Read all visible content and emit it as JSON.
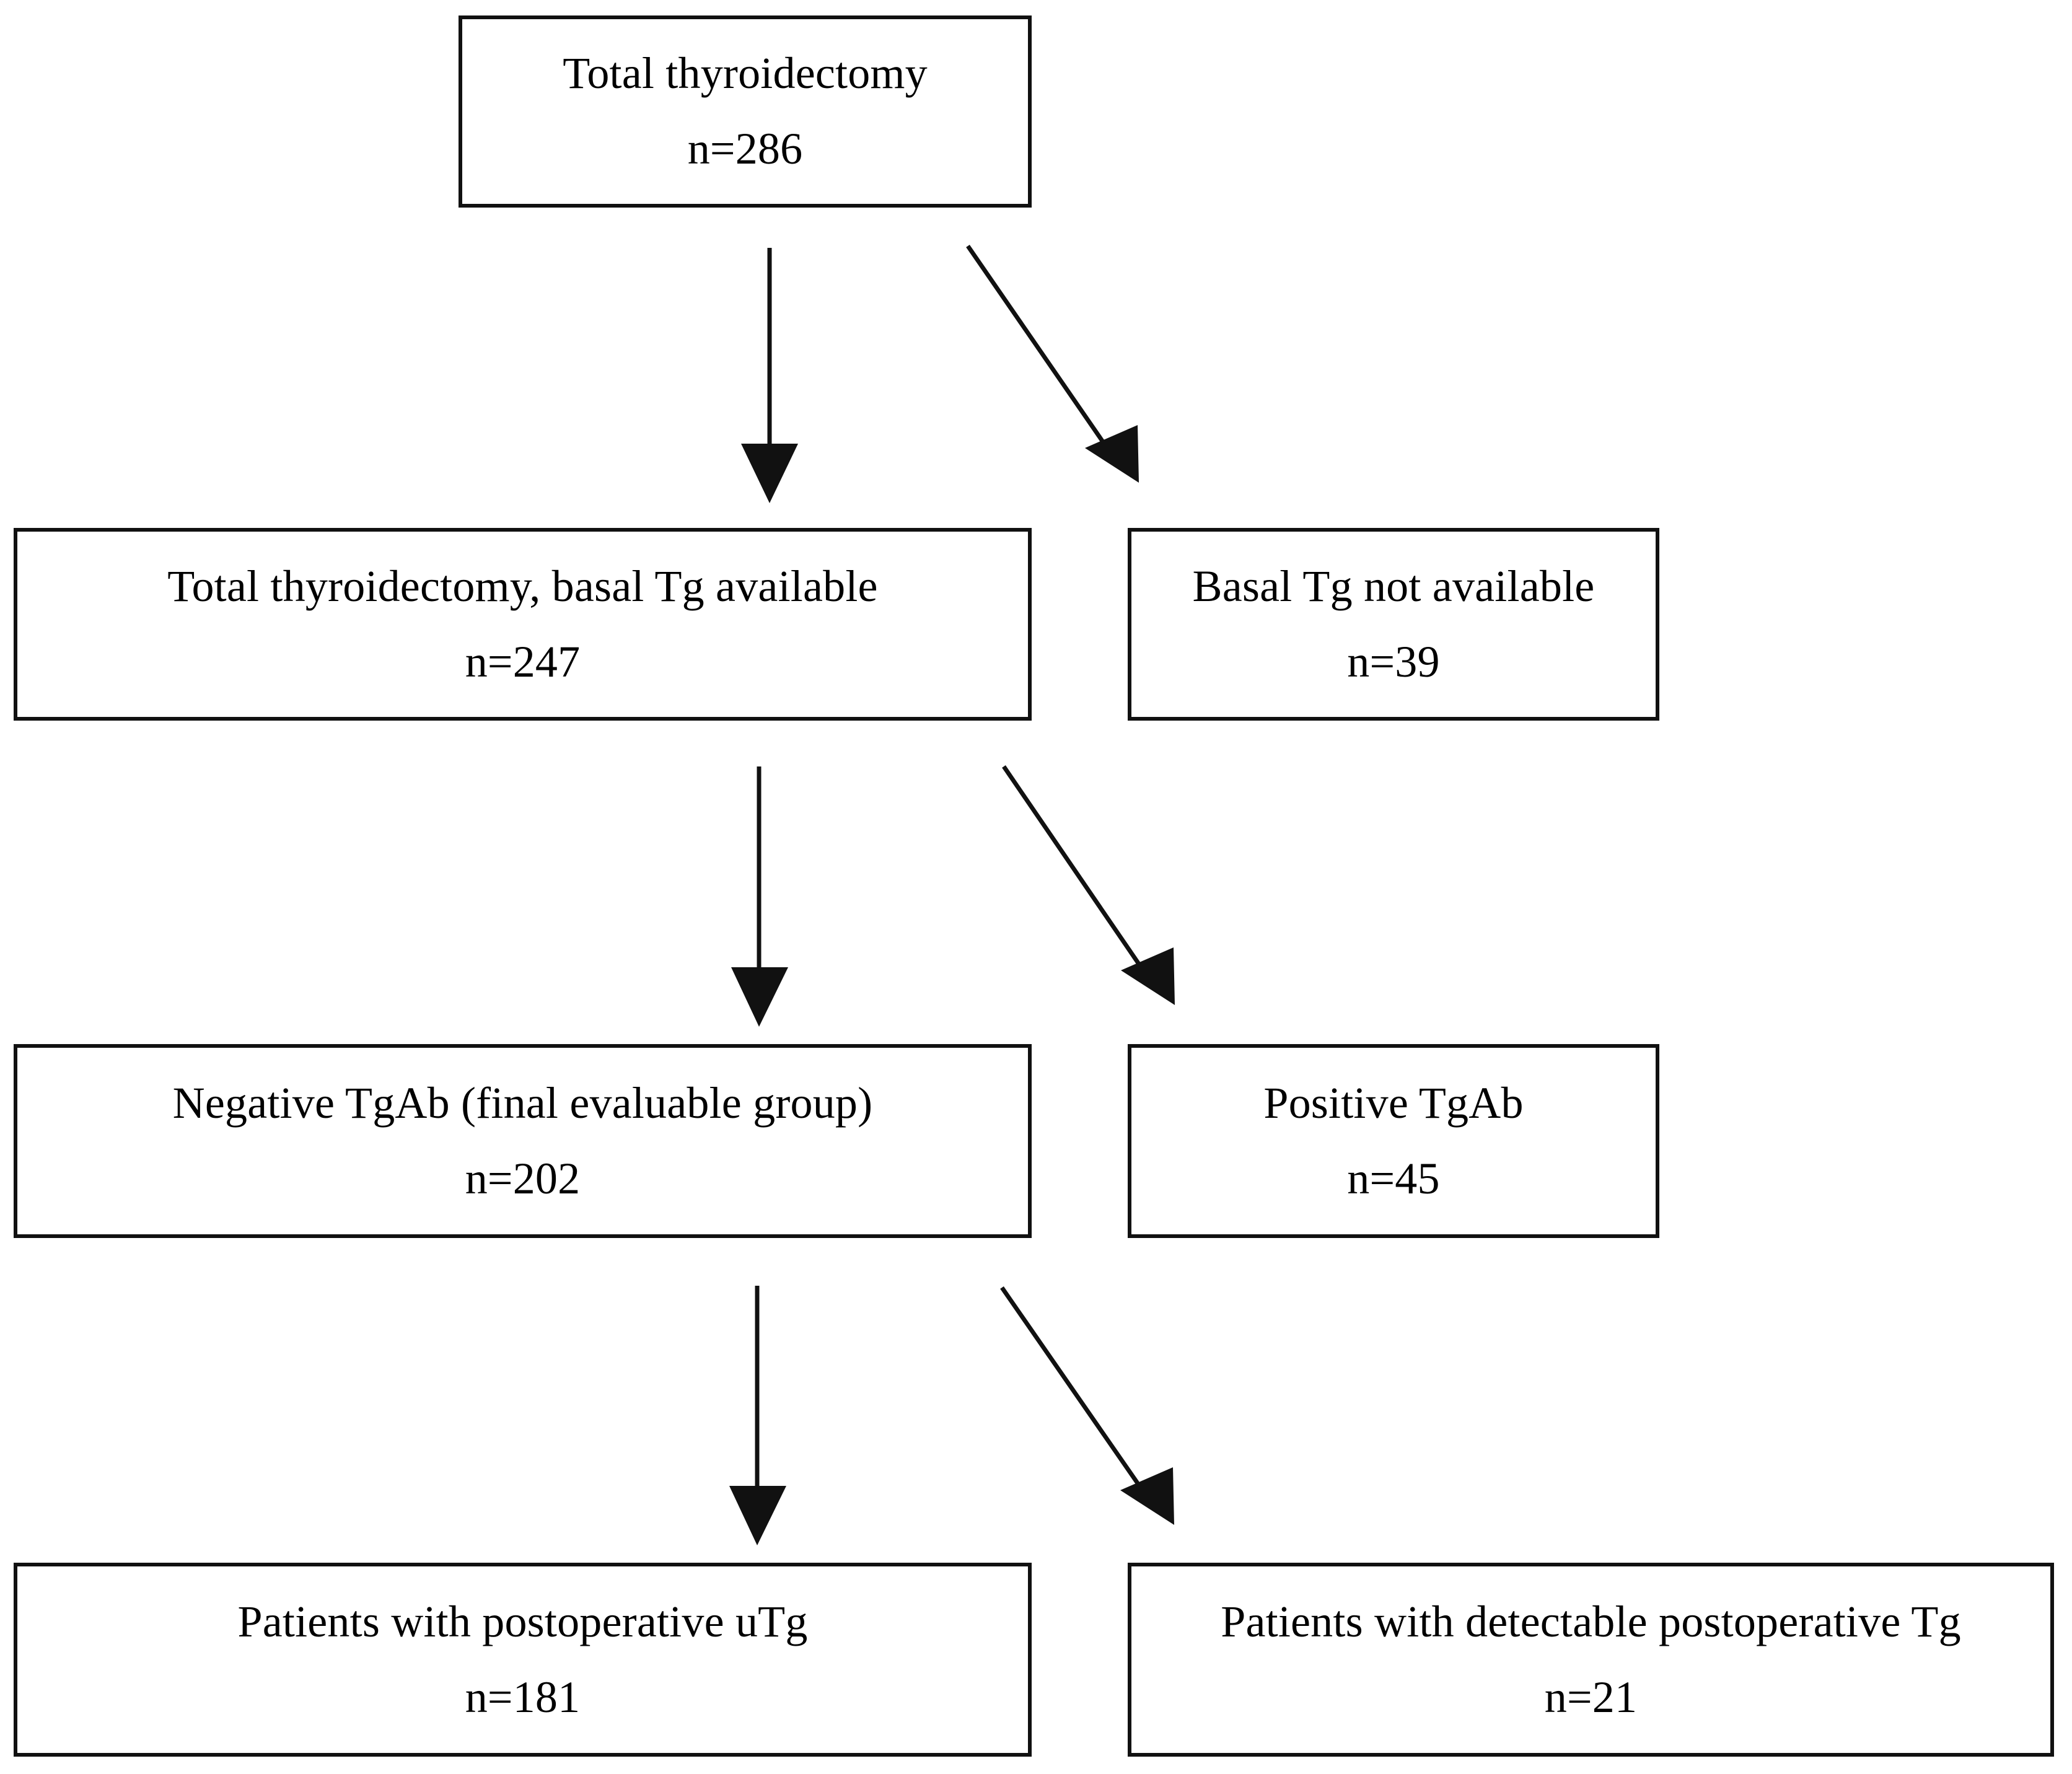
{
  "diagram": {
    "type": "patient-flow-diagram",
    "background_color": "#ffffff",
    "line_color": "#111111",
    "text_color": "#000000",
    "nodes": [
      {
        "id": "total-thyroidectomy",
        "label": "Total thyroidectomy",
        "count": "n=286",
        "row": 1,
        "column": "center"
      },
      {
        "id": "basal-tg-available",
        "label": "Total thyroidectomy, basal Tg available",
        "count": "n=247",
        "row": 2,
        "column": "left"
      },
      {
        "id": "basal-tg-not-available",
        "label": "Basal Tg not available",
        "count": "n=39",
        "row": 2,
        "column": "right"
      },
      {
        "id": "negative-tgab",
        "label": "Negative TgAb (final evaluable group)",
        "count": "n=202",
        "row": 3,
        "column": "left"
      },
      {
        "id": "positive-tgab",
        "label": "Positive TgAb",
        "count": "n=45",
        "row": 3,
        "column": "right"
      },
      {
        "id": "postoperative-utg",
        "label": "Patients with postoperative uTg",
        "count": "n=181",
        "row": 4,
        "column": "left"
      },
      {
        "id": "detectable-postoperative-tg",
        "label": "Patients with detectable postoperative Tg",
        "count": "n=21",
        "row": 4,
        "column": "right"
      }
    ],
    "edges": [
      {
        "id": "edge-1-down",
        "from": "total-thyroidectomy",
        "to": "basal-tg-available",
        "style": "vertical-arrow"
      },
      {
        "id": "edge-1-diagonal",
        "from": "total-thyroidectomy",
        "to": "basal-tg-not-available",
        "style": "diagonal-arrow"
      },
      {
        "id": "edge-2-down",
        "from": "basal-tg-available",
        "to": "negative-tgab",
        "style": "vertical-arrow"
      },
      {
        "id": "edge-2-diagonal",
        "from": "basal-tg-available",
        "to": "positive-tgab",
        "style": "diagonal-arrow"
      },
      {
        "id": "edge-3-down",
        "from": "negative-tgab",
        "to": "postoperative-utg",
        "style": "vertical-arrow"
      },
      {
        "id": "edge-3-diagonal",
        "from": "negative-tgab",
        "to": "detectable-postoperative-tg",
        "style": "diagonal-arrow"
      }
    ]
  }
}
